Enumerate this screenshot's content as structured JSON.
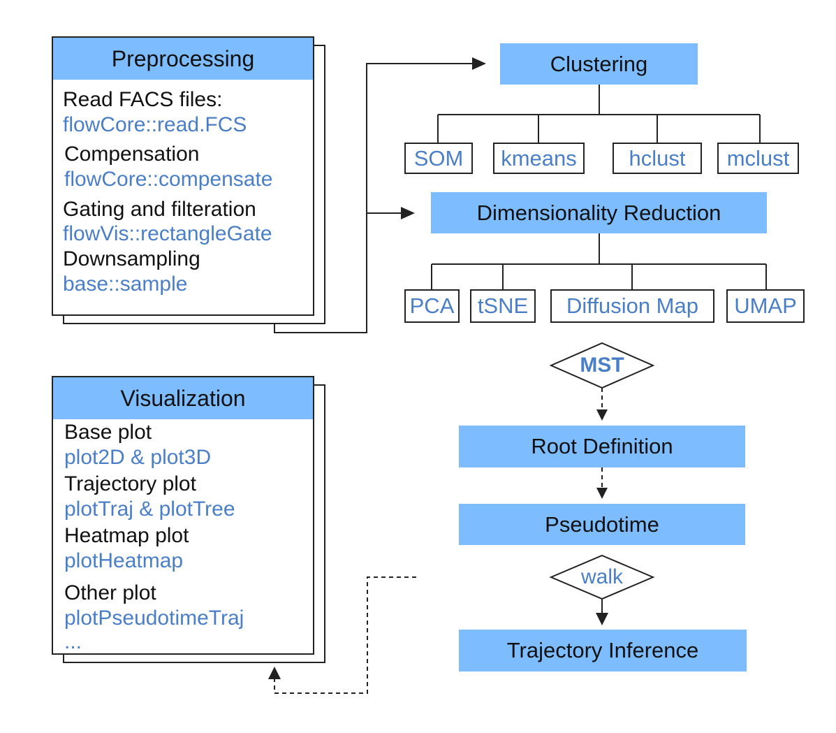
{
  "preprocessing": {
    "title": "Preprocessing",
    "items": [
      {
        "title": "Read FACS files:",
        "code": "flowCore::read.FCS"
      },
      {
        "title": "Compensation",
        "code": "flowCore::compensate"
      },
      {
        "title": "Gating and filteration",
        "code": "flowVis::rectangleGate"
      },
      {
        "title": "Downsampling",
        "code": "base::sample"
      }
    ]
  },
  "visualization": {
    "title": "Visualization",
    "items": [
      {
        "title": "Base plot",
        "code": "plot2D & plot3D"
      },
      {
        "title": "Trajectory plot",
        "code": "plotTraj & plotTree"
      },
      {
        "title": "Heatmap plot",
        "code": "plotHeatmap"
      },
      {
        "title": "Other plot",
        "code": "plotPseudotimeTraj"
      }
    ],
    "ellipsis": "..."
  },
  "clustering": {
    "title": "Clustering",
    "methods": [
      "SOM",
      "kmeans",
      "hclust",
      "mclust"
    ]
  },
  "dimensionality_reduction": {
    "title": "Dimensionality Reduction",
    "methods": [
      "PCA",
      "tSNE",
      "Diffusion Map",
      "UMAP"
    ]
  },
  "mst": "MST",
  "root_definition": "Root Definition",
  "pseudotime": "Pseudotime",
  "walk": "walk",
  "trajectory_inference": "Trajectory Inference",
  "colors": {
    "header_fill": "#7dbcff",
    "code_text": "#4a7fc8",
    "line": "#222222"
  }
}
